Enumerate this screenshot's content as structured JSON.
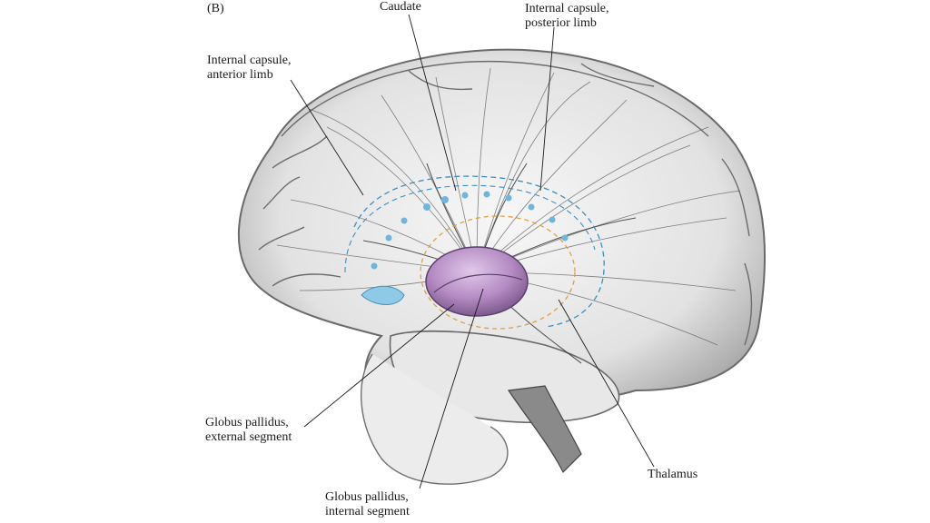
{
  "figure": {
    "panel_label": "(B)",
    "labels": {
      "caudate": "Caudate",
      "internal_capsule_posterior": [
        "Internal capsule,",
        "posterior limb"
      ],
      "internal_capsule_anterior": [
        "Internal capsule,",
        "anterior limb"
      ],
      "globus_pallidus_external": [
        "Globus pallidus,",
        "external segment"
      ],
      "thalamus": "Thalamus",
      "globus_pallidus_internal": [
        "Globus pallidus,",
        "internal segment"
      ]
    },
    "colors": {
      "globus_pallidus": "#b58cc4",
      "ventricle": "#8ec9e6",
      "caudate_outline": "#3a8fc0",
      "putamen_outline": "#e0a040",
      "brain_shading": "#c8c8c8"
    }
  }
}
